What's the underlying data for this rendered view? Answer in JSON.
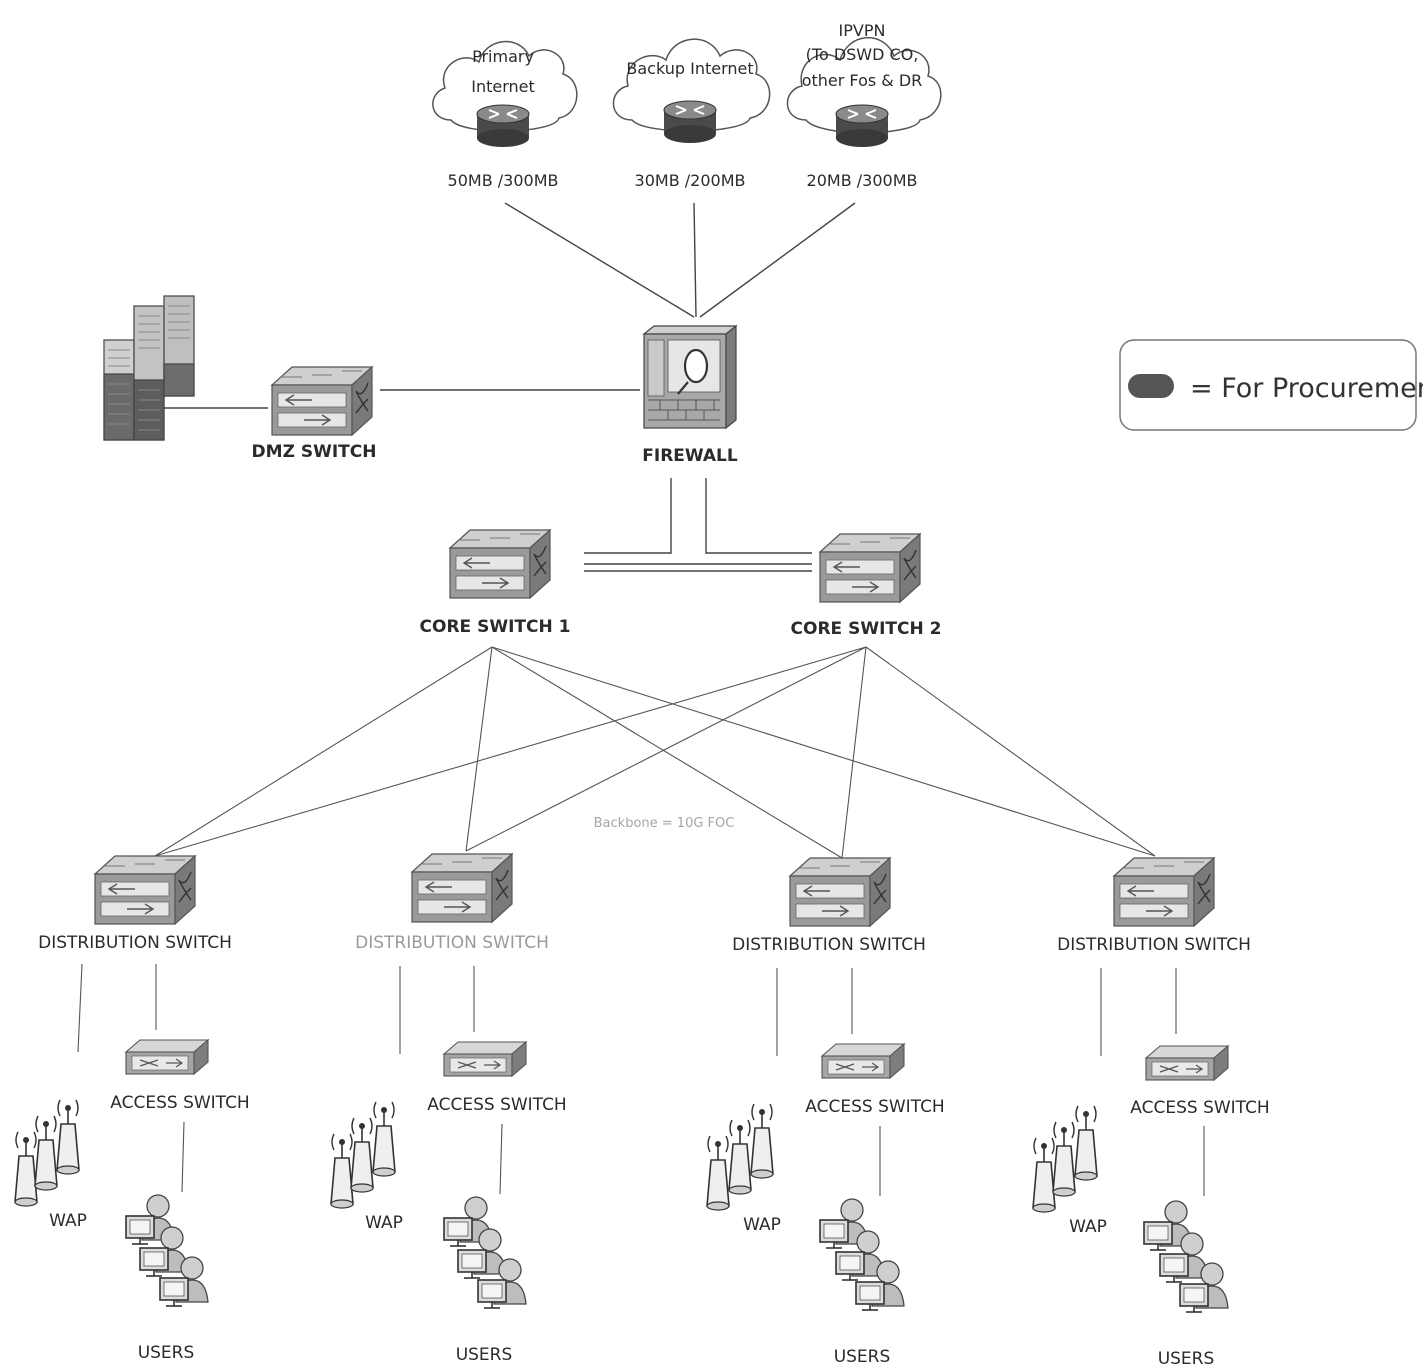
{
  "clouds": [
    {
      "id": "primary",
      "lines": [
        "Primary",
        "Internet"
      ],
      "speed": "50MB /300MB"
    },
    {
      "id": "backup",
      "lines": [
        "Backup Internet"
      ],
      "speed": "30MB /200MB"
    },
    {
      "id": "ipvpn",
      "lines": [
        "IPVPN",
        "(To DSWD CO,",
        "other Fos & DR"
      ],
      "speed": "20MB /300MB"
    }
  ],
  "firewall": {
    "label": "FIREWALL"
  },
  "dmz": {
    "label": "DMZ SWITCH"
  },
  "core": [
    {
      "label": "CORE SWITCH 1"
    },
    {
      "label": "CORE SWITCH 2"
    }
  ],
  "backbone_label": "Backbone = 10G FOC",
  "legend": {
    "text": "= For Procurement",
    "swatch_color": "#555555"
  },
  "branches": [
    {
      "distribution": "DISTRIBUTION SWITCH",
      "access": "ACCESS SWITCH",
      "wap": "WAP",
      "users": "USERS",
      "highlight": false
    },
    {
      "distribution": "DISTRIBUTION SWITCH",
      "access": "ACCESS SWITCH",
      "wap": "WAP",
      "users": "USERS",
      "highlight": true
    },
    {
      "distribution": "DISTRIBUTION SWITCH",
      "access": "ACCESS SWITCH",
      "wap": "WAP",
      "users": "USERS",
      "highlight": false
    },
    {
      "distribution": "DISTRIBUTION SWITCH",
      "access": "ACCESS SWITCH",
      "wap": "WAP",
      "users": "USERS",
      "highlight": false
    }
  ]
}
